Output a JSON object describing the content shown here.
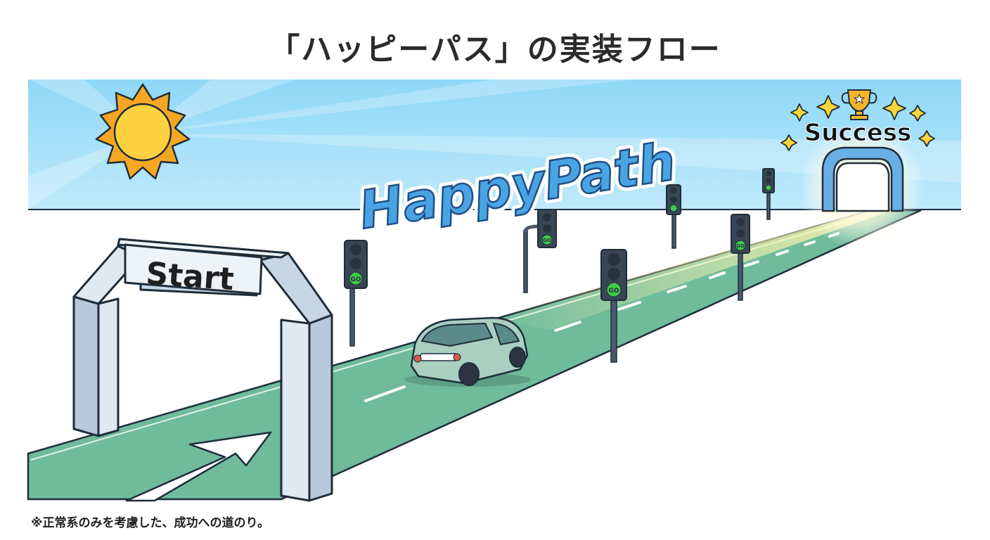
{
  "title": "「ハッピーパス」の実装フロー",
  "labels": {
    "start": "Start",
    "happy_path": "HappyPath",
    "success": "Success",
    "go": "GO"
  },
  "footnote": "※正常系のみを考慮した、成功への道のり。",
  "colors": {
    "sky": "#7fd3f5",
    "road": "#6fbb9c",
    "arch": "#dfe9f2",
    "sun": "#f9c230",
    "go_light": "#3fca4a",
    "car": "#a9cfc0",
    "happy_path_text": "#4aa4e4"
  },
  "icons": [
    "sun-icon",
    "trophy-icon",
    "sparkle-icon",
    "traffic-light-icon",
    "car-icon",
    "arrow-icon"
  ]
}
